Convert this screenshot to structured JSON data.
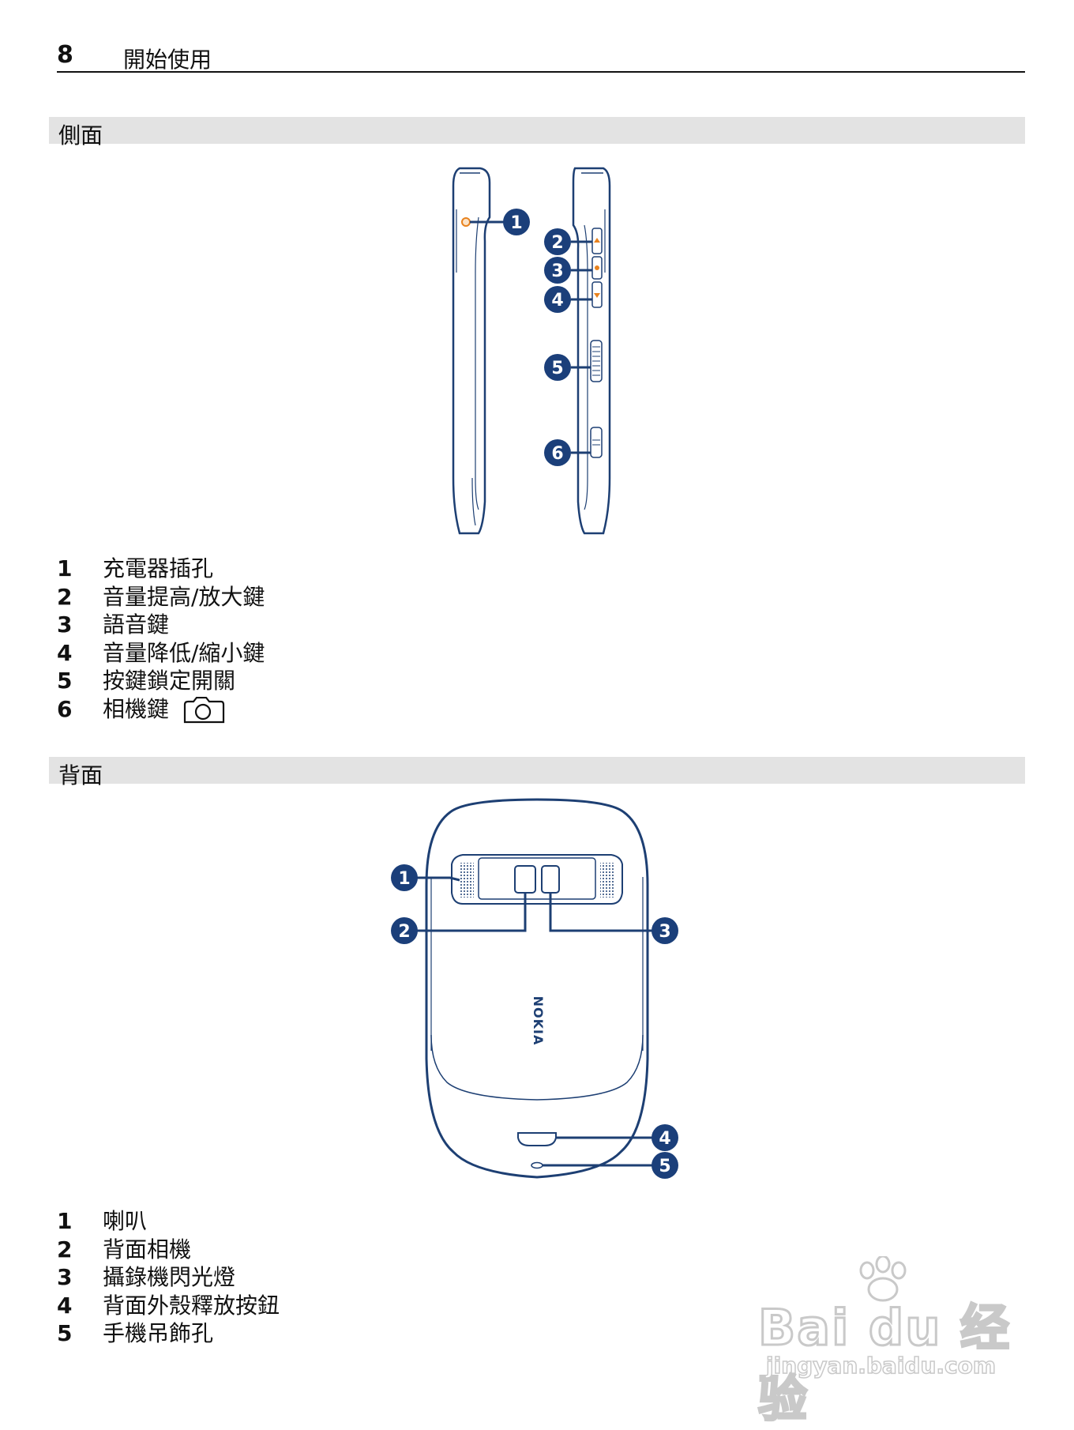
{
  "header": {
    "page_number": "8",
    "chapter_title": "開始使用"
  },
  "sections": {
    "side": {
      "title": "側面",
      "callouts": [
        "1",
        "2",
        "3",
        "4",
        "5",
        "6"
      ],
      "legend": [
        {
          "num": "1",
          "label": "充電器插孔"
        },
        {
          "num": "2",
          "label": "音量提高/放大鍵"
        },
        {
          "num": "3",
          "label": "語音鍵"
        },
        {
          "num": "4",
          "label": "音量降低/縮小鍵"
        },
        {
          "num": "5",
          "label": "按鍵鎖定開關"
        },
        {
          "num": "6",
          "label": "相機鍵"
        }
      ],
      "camera_icon": "camera-icon"
    },
    "back": {
      "title": "背面",
      "brand_text": "NOKIA",
      "callouts": [
        "1",
        "2",
        "3",
        "4",
        "5"
      ],
      "legend": [
        {
          "num": "1",
          "label": "喇叭"
        },
        {
          "num": "2",
          "label": "背面相機"
        },
        {
          "num": "3",
          "label": "攝錄機閃光燈"
        },
        {
          "num": "4",
          "label": "背面外殼釋放按鈕"
        },
        {
          "num": "5",
          "label": "手機吊飾孔"
        }
      ]
    }
  },
  "watermark": {
    "brand": "Bai du 经验",
    "url": "jingyan.baidu.com"
  },
  "colors": {
    "line": "#1d3f73",
    "callout": "#1b3f7a",
    "accent": "#e8821e",
    "section_bg": "#e3e3e3"
  }
}
